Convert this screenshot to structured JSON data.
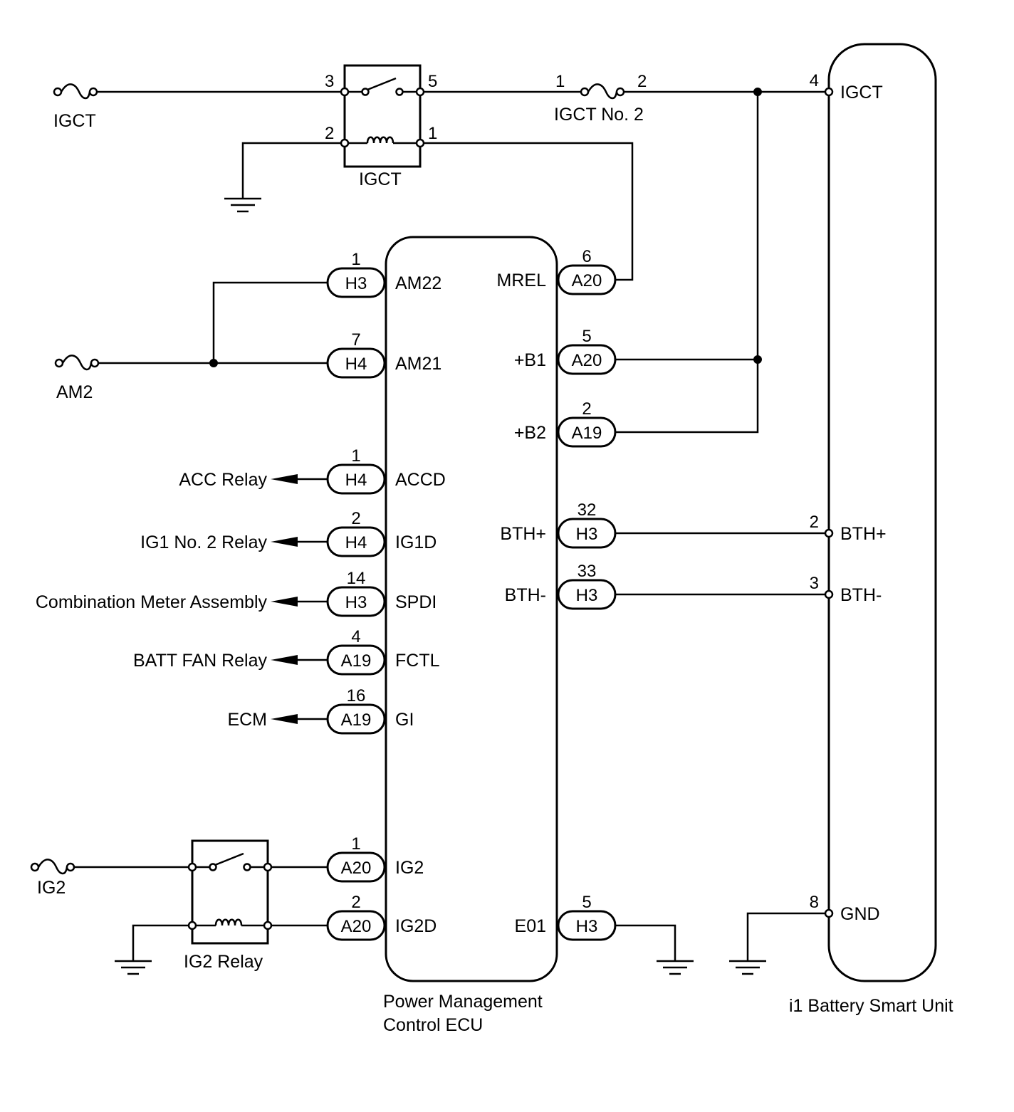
{
  "fuses": {
    "igct": "IGCT",
    "am2": "AM2",
    "ig2": "IG2",
    "igct_no2": "IGCT No. 2",
    "igct_no2_pin_in": "1",
    "igct_no2_pin_out": "2"
  },
  "relays": {
    "igct": {
      "name": "IGCT",
      "pins": {
        "sw_in": "3",
        "sw_out": "5",
        "coil_gnd": "2",
        "coil_ctrl": "1"
      }
    },
    "ig2": {
      "name": "IG2 Relay"
    }
  },
  "ecu": {
    "name_line1": "Power Management",
    "name_line2": "Control ECU",
    "left_pins": [
      {
        "pin": "1",
        "connector": "H3",
        "signal": "AM22"
      },
      {
        "pin": "7",
        "connector": "H4",
        "signal": "AM21"
      },
      {
        "pin": "1",
        "connector": "H4",
        "signal": "ACCD"
      },
      {
        "pin": "2",
        "connector": "H4",
        "signal": "IG1D"
      },
      {
        "pin": "14",
        "connector": "H3",
        "signal": "SPDI"
      },
      {
        "pin": "4",
        "connector": "A19",
        "signal": "FCTL"
      },
      {
        "pin": "16",
        "connector": "A19",
        "signal": "GI"
      },
      {
        "pin": "1",
        "connector": "A20",
        "signal": "IG2"
      },
      {
        "pin": "2",
        "connector": "A20",
        "signal": "IG2D"
      }
    ],
    "right_pins": [
      {
        "pin": "6",
        "connector": "A20",
        "signal": "MREL"
      },
      {
        "pin": "5",
        "connector": "A20",
        "signal": "+B1"
      },
      {
        "pin": "2",
        "connector": "A19",
        "signal": "+B2"
      },
      {
        "pin": "32",
        "connector": "H3",
        "signal": "BTH+"
      },
      {
        "pin": "33",
        "connector": "H3",
        "signal": "BTH-"
      },
      {
        "pin": "5",
        "connector": "H3",
        "signal": "E01"
      }
    ]
  },
  "outputs": [
    "ACC Relay",
    "IG1 No. 2 Relay",
    "Combination Meter Assembly",
    "BATT FAN Relay",
    "ECM"
  ],
  "battery_unit": {
    "name": "i1 Battery Smart Unit",
    "pins": [
      {
        "pin": "4",
        "signal": "IGCT"
      },
      {
        "pin": "2",
        "signal": "BTH+"
      },
      {
        "pin": "3",
        "signal": "BTH-"
      },
      {
        "pin": "8",
        "signal": "GND"
      }
    ]
  }
}
